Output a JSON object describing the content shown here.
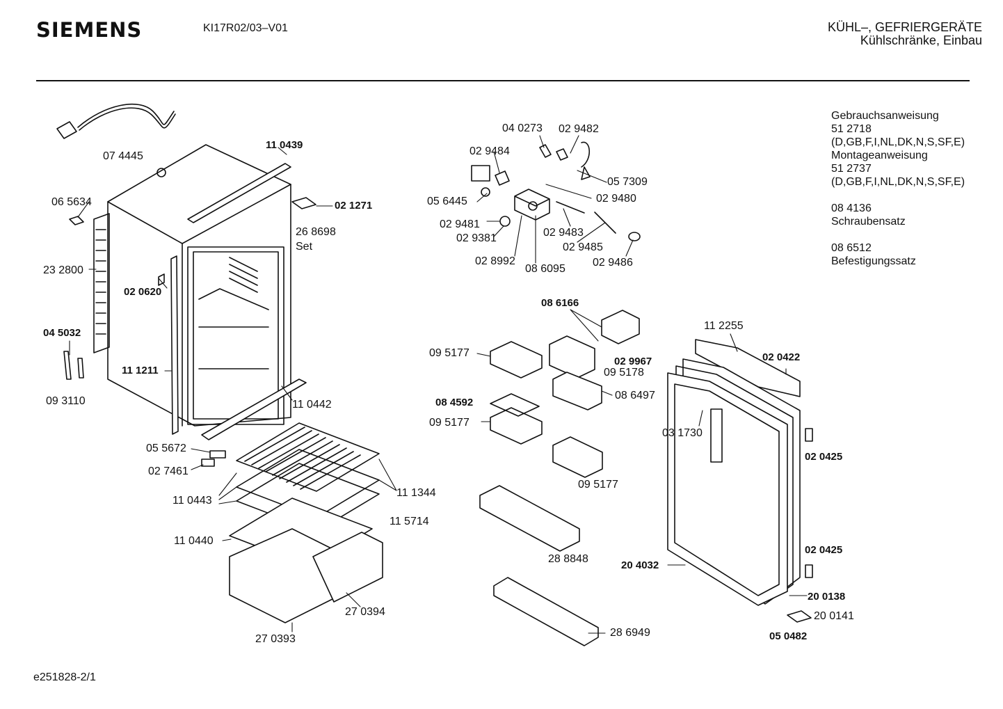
{
  "header": {
    "brand": "SIEMENS",
    "model": "KI17R02/03–V01",
    "category_line1": "KÜHL–, GEFRIERGERÄTE",
    "category_line2": "Kühlschränke, Einbau"
  },
  "documents": [
    "Gebrauchsanweisung",
    "51 2718",
    "(D,GB,F,I,NL,DK,N,S,SF,E)",
    "Montageanweisung",
    "51 2737",
    "(D,GB,F,I,NL,DK,N,S,SF,E)",
    "",
    "08 4136",
    "Schraubensatz",
    "",
    "08 6512",
    "Befestigungssatz"
  ],
  "footer": {
    "doc_id": "e251828-2/1"
  },
  "part_labels": [
    {
      "text": "07 4445",
      "bold": false
    },
    {
      "text": "11 0439",
      "bold": true
    },
    {
      "text": "06 5634",
      "bold": false
    },
    {
      "text": "02 1271",
      "bold": true
    },
    {
      "text": "26 8698",
      "bold": false
    },
    {
      "text": "Set",
      "bold": false
    },
    {
      "text": "23 2800",
      "bold": false
    },
    {
      "text": "02 0620",
      "bold": true
    },
    {
      "text": "04 5032",
      "bold": true
    },
    {
      "text": "11 1211",
      "bold": true
    },
    {
      "text": "09 3110",
      "bold": false
    },
    {
      "text": "11 0442",
      "bold": false
    },
    {
      "text": "05 5672",
      "bold": false
    },
    {
      "text": "02 7461",
      "bold": false
    },
    {
      "text": "11 0443",
      "bold": false
    },
    {
      "text": "11 1344",
      "bold": false
    },
    {
      "text": "11 5714",
      "bold": false
    },
    {
      "text": "11 0440",
      "bold": false
    },
    {
      "text": "27 0394",
      "bold": false
    },
    {
      "text": "27 0393",
      "bold": false
    },
    {
      "text": "04 0273",
      "bold": false
    },
    {
      "text": "02 9482",
      "bold": false
    },
    {
      "text": "02 9484",
      "bold": false
    },
    {
      "text": "05 7309",
      "bold": false
    },
    {
      "text": "05 6445",
      "bold": false
    },
    {
      "text": "02 9480",
      "bold": false
    },
    {
      "text": "02 9481",
      "bold": false
    },
    {
      "text": "02 9483",
      "bold": false
    },
    {
      "text": "02 9381",
      "bold": false
    },
    {
      "text": "02 9485",
      "bold": false
    },
    {
      "text": "02 8992",
      "bold": false
    },
    {
      "text": "08 6095",
      "bold": false
    },
    {
      "text": "02 9486",
      "bold": false
    },
    {
      "text": "08 6166",
      "bold": true
    },
    {
      "text": "09 5177",
      "bold": false
    },
    {
      "text": "02 9967",
      "bold": true
    },
    {
      "text": "09 5178",
      "bold": false
    },
    {
      "text": "08 6497",
      "bold": false
    },
    {
      "text": "08 4592",
      "bold": true
    },
    {
      "text": "09 5177",
      "bold": false
    },
    {
      "text": "09 5177",
      "bold": false
    },
    {
      "text": "28 8848",
      "bold": false
    },
    {
      "text": "28 6949",
      "bold": false
    },
    {
      "text": "11 2255",
      "bold": false
    },
    {
      "text": "02 0422",
      "bold": true
    },
    {
      "text": "03 1730",
      "bold": false
    },
    {
      "text": "02 0425",
      "bold": true
    },
    {
      "text": "02 0425",
      "bold": true
    },
    {
      "text": "20 4032",
      "bold": true
    },
    {
      "text": "20 0138",
      "bold": true
    },
    {
      "text": "20 0141",
      "bold": false
    },
    {
      "text": "05 0482",
      "bold": true
    }
  ]
}
